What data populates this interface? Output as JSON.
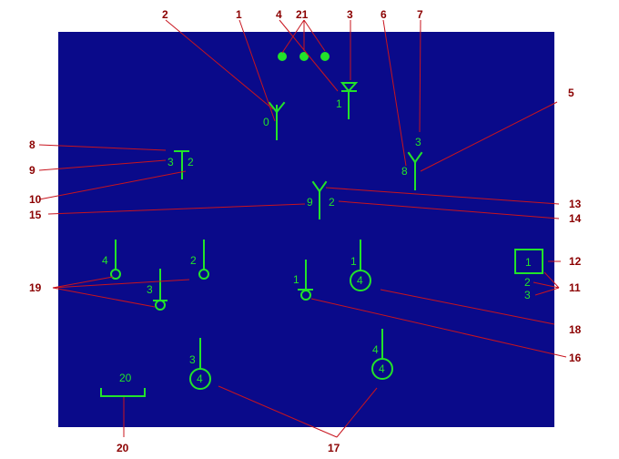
{
  "colors": {
    "screen": "#0a0a8a",
    "symbol": "#22e32a",
    "leader": "#c8141e",
    "callout_text": "#8b0000",
    "page": "#ffffff"
  },
  "callouts": {
    "c1": "1",
    "c2": "2",
    "c3": "3",
    "c4": "4",
    "c5": "5",
    "c6": "6",
    "c7": "7",
    "c8": "8",
    "c9": "9",
    "c10": "10",
    "c11": "11",
    "c12": "12",
    "c13": "13",
    "c14": "14",
    "c15": "15",
    "c16": "16",
    "c17": "17",
    "c18": "18",
    "c19": "19",
    "c20": "20",
    "c21": "21"
  },
  "labels": {
    "ant1": "0",
    "sym3": "1",
    "ant7_top": "3",
    "ant7_side": "8",
    "tbar_left": "3",
    "tbar_right": "2",
    "ant_center_left": "9",
    "ant_center_right": "2",
    "box_value": "1",
    "box_below1": "2",
    "box_below2": "3",
    "stem_a": "4",
    "stem_b": "2",
    "stem_c": "3",
    "stem_d": "1",
    "circ_upper_label": "1",
    "circ_upper_value": "4",
    "circ_left_label": "3",
    "circ_left_value": "4",
    "circ_right_label": "4",
    "circ_right_value": "4",
    "bracket": "20"
  }
}
